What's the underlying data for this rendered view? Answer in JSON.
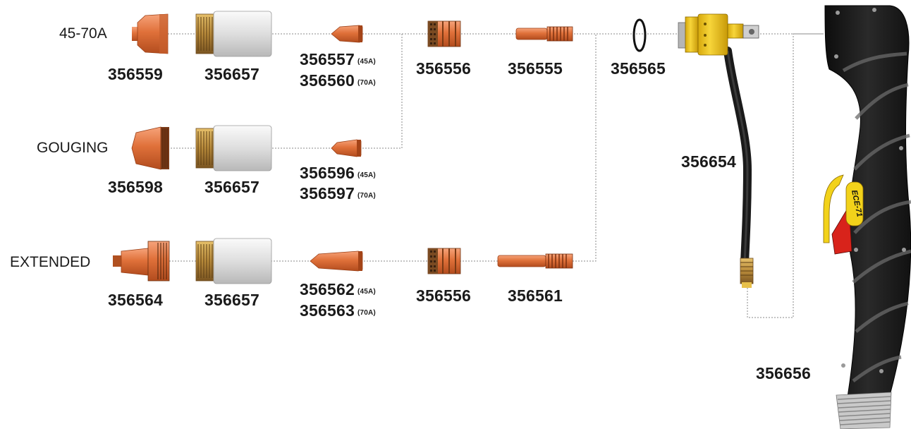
{
  "rows": {
    "top": {
      "title": "45-70A",
      "shield_cup": "356559",
      "retaining_cup": "356657",
      "tip_a": "356557",
      "tip_a_rating": "(45A)",
      "tip_b": "356560",
      "tip_b_rating": "(70A)",
      "swirl_ring": "356556",
      "electrode": "356555"
    },
    "gouging": {
      "title": "GOUGING",
      "shield_cup": "356598",
      "retaining_cup": "356657",
      "tip_a": "356596",
      "tip_a_rating": "(45A)",
      "tip_b": "356597",
      "tip_b_rating": "(70A)"
    },
    "extended": {
      "title": "EXTENDED",
      "shield_cup": "356564",
      "retaining_cup": "356657",
      "tip_a": "356562",
      "tip_a_rating": "(45A)",
      "tip_b": "356563",
      "tip_b_rating": "(70A)",
      "swirl_ring": "356556",
      "electrode": "356561"
    }
  },
  "torch": {
    "o_ring": "356565",
    "cable": "356654",
    "handle": "356656",
    "handle_badge": "ECE-71"
  },
  "colors": {
    "copper": "#e0713a",
    "copper_dark": "#a8461c",
    "grey_cup": "#d9d9d9",
    "brass": "#c89a3a",
    "yellow_head": "#f2c81e",
    "handle_black": "#1c1c1c",
    "leader_line": "#888888"
  }
}
